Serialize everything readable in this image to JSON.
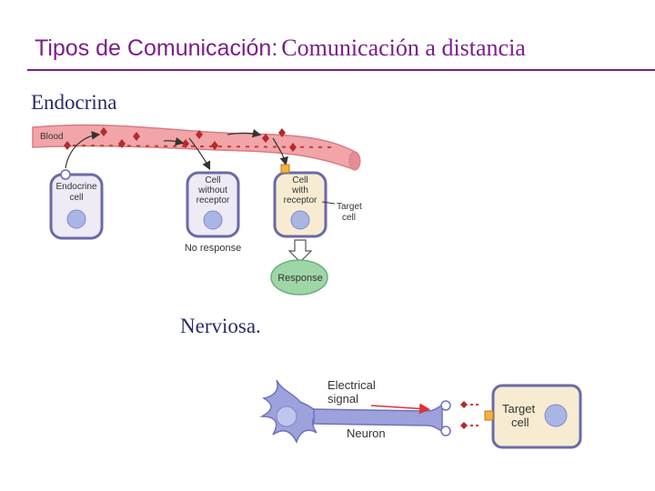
{
  "title": {
    "part1": "Tipos de Comunicación:",
    "part2": "Comunicación a distancia"
  },
  "sections": {
    "endocrine": "Endocrina",
    "nervous": "Nerviosa."
  },
  "endocrine_diagram": {
    "blood": "Blood",
    "endocrine_cell": [
      "Endocrine",
      "cell"
    ],
    "cell_without_receptor": [
      "Cell",
      "without",
      "receptor"
    ],
    "cell_with_receptor": [
      "Cell",
      "with",
      "receptor"
    ],
    "target_cell": [
      "Target",
      "cell"
    ],
    "no_response": "No response",
    "response": "Response"
  },
  "neural_diagram": {
    "electrical_signal": [
      "Electrical",
      "signal"
    ],
    "neuron": "Neuron",
    "target_cell": [
      "Target",
      "cell"
    ]
  },
  "colors": {
    "title": "#7a1f8a",
    "vessel": "#f2a5a8",
    "hormone": "#b52a2a",
    "cell_border": "#6a6aa8",
    "cell_fill": "#eeeaf6",
    "target_fill": "#f7ecd2",
    "nucleus": "#a9b6e4",
    "neuron": "#9da1dc",
    "response": "#9fd6a8"
  }
}
